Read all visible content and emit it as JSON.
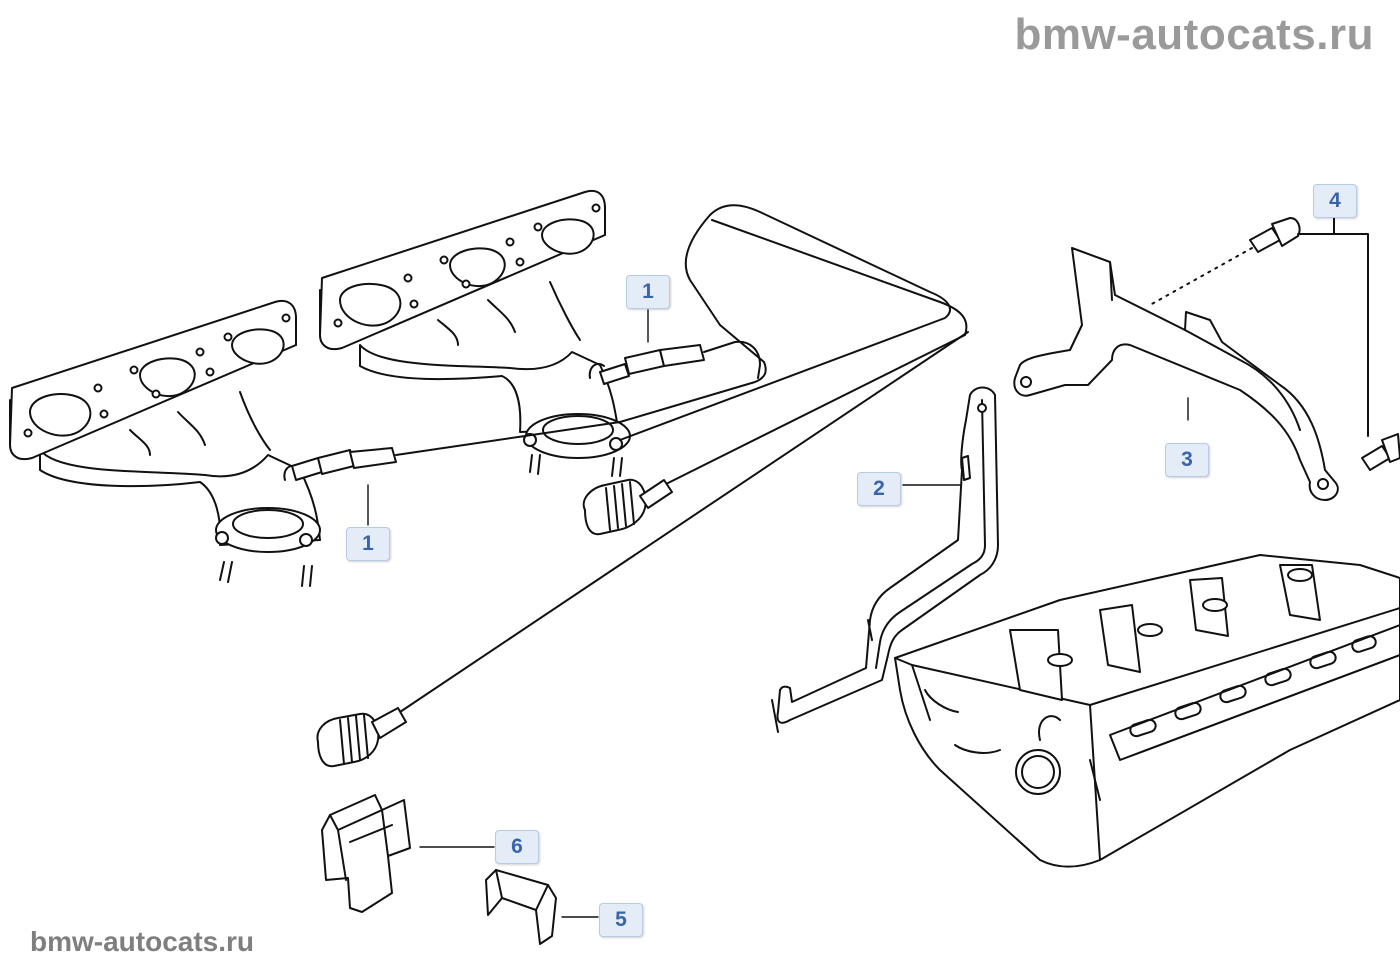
{
  "watermark_top": "bmw-autocats.ru",
  "watermark_bottom": "bmw-autocats.ru",
  "callouts": [
    {
      "label": "1",
      "part": "oxygen-sensor"
    },
    {
      "label": "1",
      "part": "oxygen-sensor"
    },
    {
      "label": "2",
      "part": "bracket"
    },
    {
      "label": "3",
      "part": "holder"
    },
    {
      "label": "4",
      "part": "bolt"
    },
    {
      "label": "5",
      "part": "cap"
    },
    {
      "label": "6",
      "part": "clip"
    }
  ],
  "colors": {
    "line": "#111111",
    "callout_fill": "#e3ecf7",
    "callout_text": "#3a64a8",
    "watermark": "#9a9a9a"
  }
}
